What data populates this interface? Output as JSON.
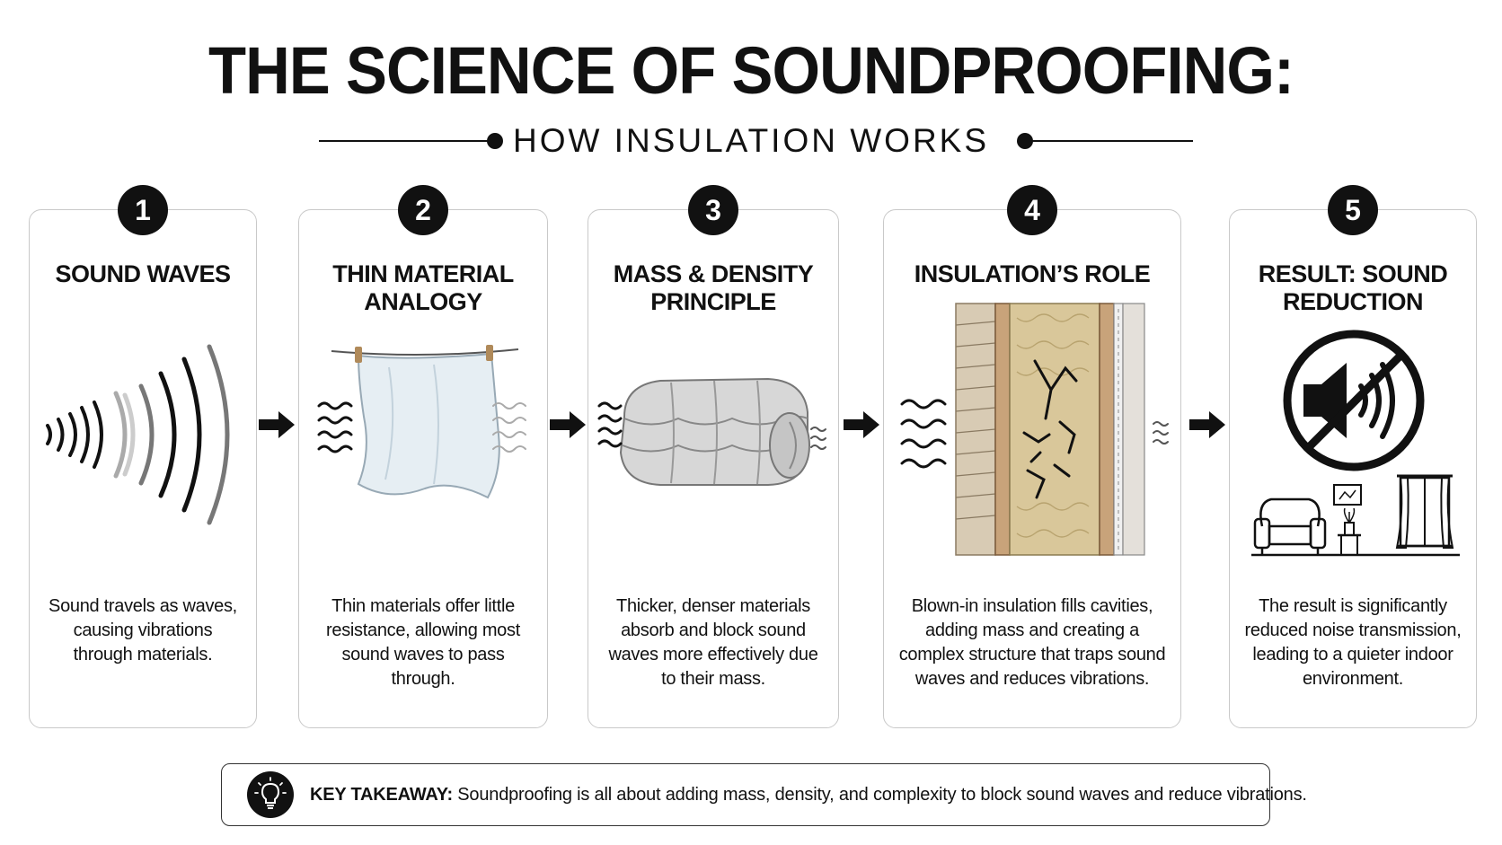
{
  "header": {
    "title": "THE SCIENCE OF SOUNDPROOFING:",
    "subtitle": "HOW INSULATION WORKS"
  },
  "steps": [
    {
      "number": "1",
      "title": "SOUND WAVES",
      "body": "Sound travels as waves, causing vibrations through materials.",
      "icon": "sound-waves-icon"
    },
    {
      "number": "2",
      "title": "THIN MATERIAL ANALOGY",
      "body": "Thin materials offer little resistance, allowing most sound waves to pass through.",
      "icon": "hanging-sheet-icon"
    },
    {
      "number": "3",
      "title": "MASS & DENSITY PRINCIPLE",
      "body": "Thicker, denser materials absorb and block sound waves more effectively due to their mass.",
      "icon": "rolled-blanket-icon"
    },
    {
      "number": "4",
      "title": "INSULATION’S ROLE",
      "body": "Blown-in insulation fills cavities, adding mass and creating a complex structure that traps sound waves and reduces vibrations.",
      "icon": "wall-cross-section-icon"
    },
    {
      "number": "5",
      "title": "RESULT: SOUND REDUCTION",
      "body": "The result is significantly reduced noise transmission, leading to a quieter indoor environment.",
      "icon": "no-sound-icon"
    }
  ],
  "takeaway": {
    "label": "KEY TAKEAWAY:",
    "text": "Soundproofing is all about adding mass, density, and complexity to block sound waves and reduce vibrations.",
    "icon": "lightbulb-icon"
  },
  "colors": {
    "ink": "#111111",
    "card_border": "#c9c9c9",
    "insulation_fill": "#d9c79a",
    "wood": "#c8a37a"
  }
}
